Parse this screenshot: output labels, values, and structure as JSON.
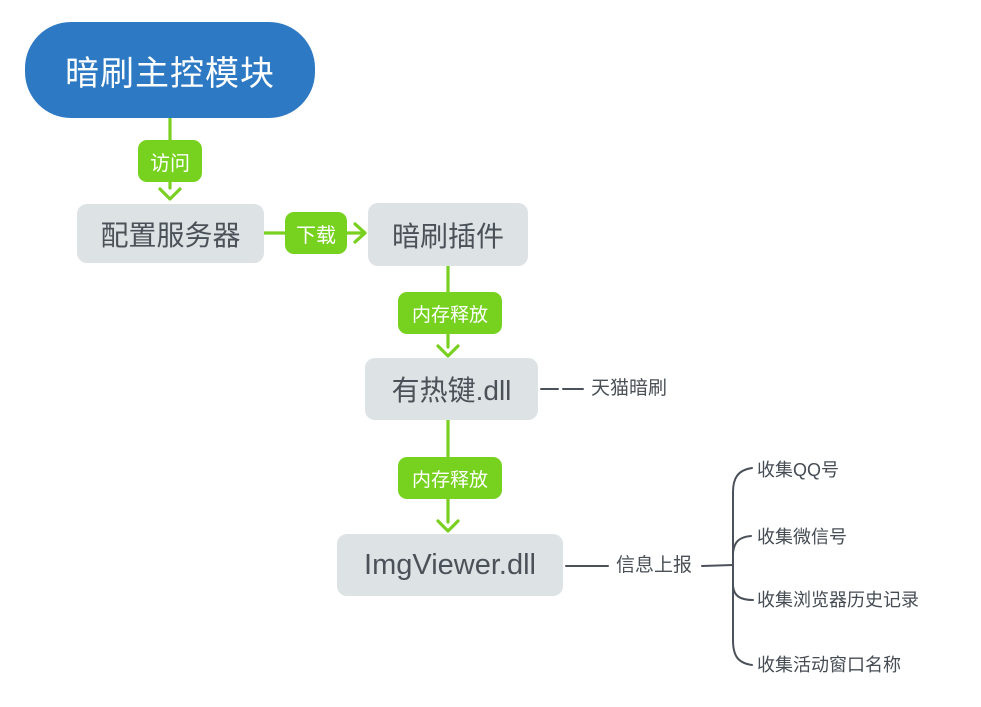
{
  "diagram": {
    "root": {
      "label": "暗刷主控模块"
    },
    "nodes": [
      {
        "id": "config-server",
        "label": "配置服务器"
      },
      {
        "id": "dark-brush-plugin",
        "label": "暗刷插件"
      },
      {
        "id": "hotkey-dll",
        "label": "有热键.dll"
      },
      {
        "id": "imgviewer-dll",
        "label": "ImgViewer.dll"
      }
    ],
    "edge_labels": [
      {
        "id": "visit",
        "label": "访问"
      },
      {
        "id": "download",
        "label": "下载"
      },
      {
        "id": "memory-release-1",
        "label": "内存释放"
      },
      {
        "id": "memory-release-2",
        "label": "内存释放"
      }
    ],
    "annotations": [
      {
        "id": "tmall-dark-brush",
        "label": "天猫暗刷"
      },
      {
        "id": "info-report",
        "label": "信息上报"
      }
    ],
    "report_items": [
      "收集QQ号",
      "收集微信号",
      "收集浏览器历史记录",
      "收集活动窗口名称"
    ],
    "colors": {
      "root_blue": "#2e79c3",
      "node_gray": "#dde2e4",
      "accent_green": "#76d21f",
      "line_gray": "#4a5159",
      "node_text": "#4b5158",
      "background": "#ffffff"
    }
  }
}
